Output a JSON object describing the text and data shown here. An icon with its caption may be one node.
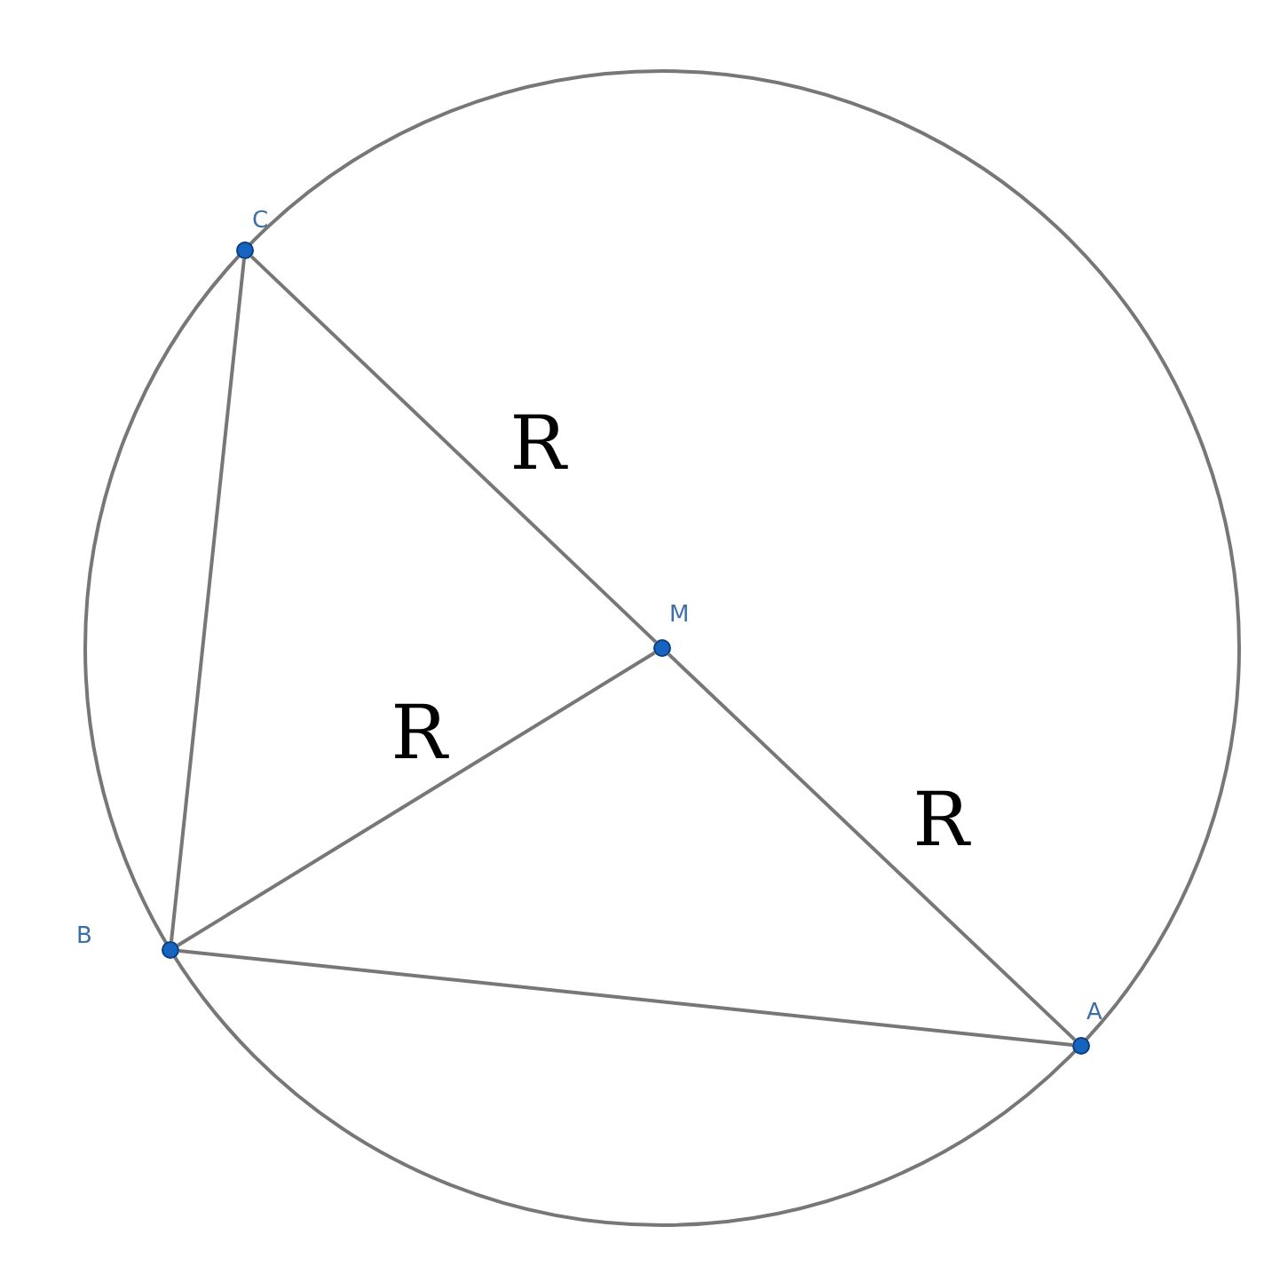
{
  "diagram": {
    "nodes": [
      {
        "text": [
          "C"
        ]
      },
      {
        "text": [
          "M"
        ]
      },
      {
        "text": [
          "B"
        ]
      },
      {
        "text": [
          "A"
        ]
      }
    ],
    "edges": [
      {
        "from": 0,
        "to": 2,
        "arrow": "none"
      },
      {
        "from": 0,
        "to": 1,
        "arrow": "none",
        "label": "R"
      },
      {
        "from": 1,
        "to": 2,
        "arrow": "none",
        "label": "R"
      },
      {
        "from": 1,
        "to": 3,
        "arrow": "none",
        "label": "R"
      },
      {
        "from": 2,
        "to": 3,
        "arrow": "none"
      }
    ]
  }
}
